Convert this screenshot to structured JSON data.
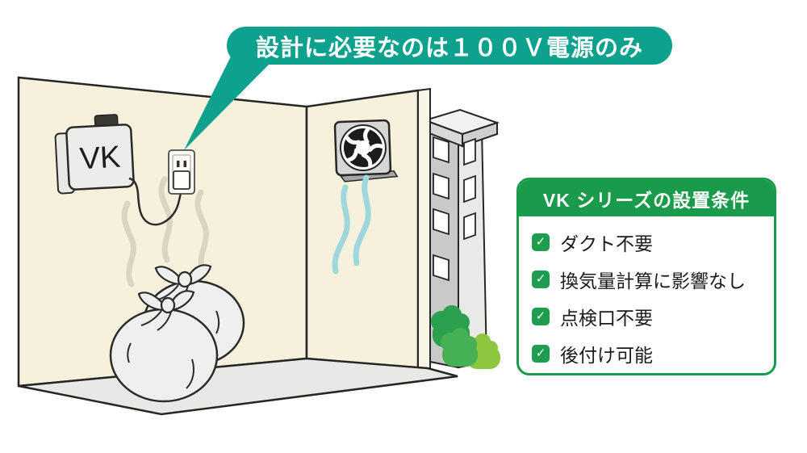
{
  "bubble": {
    "text": "設計に必要なのは１００Ｖ電源のみ"
  },
  "scene": {
    "vk_unit_label": "VK",
    "colors": {
      "callout_teal": "#0ea18e",
      "panel_green": "#1a9b4b",
      "checkbox_green": "#1e9d4e",
      "wall_beige": "#f5f1dd",
      "floor_gray": "#e8e8e6",
      "airflow_blue": "#9ed8dd",
      "odor_gray": "#d8d5c5",
      "outline_dark": "#262624"
    }
  },
  "panel": {
    "title": "VK シリーズの設置条件",
    "check_glyph": "✓",
    "items": [
      {
        "label": "ダクト不要"
      },
      {
        "label": "換気量計算に影響なし"
      },
      {
        "label": "点検口不要"
      },
      {
        "label": "後付け可能"
      }
    ]
  }
}
